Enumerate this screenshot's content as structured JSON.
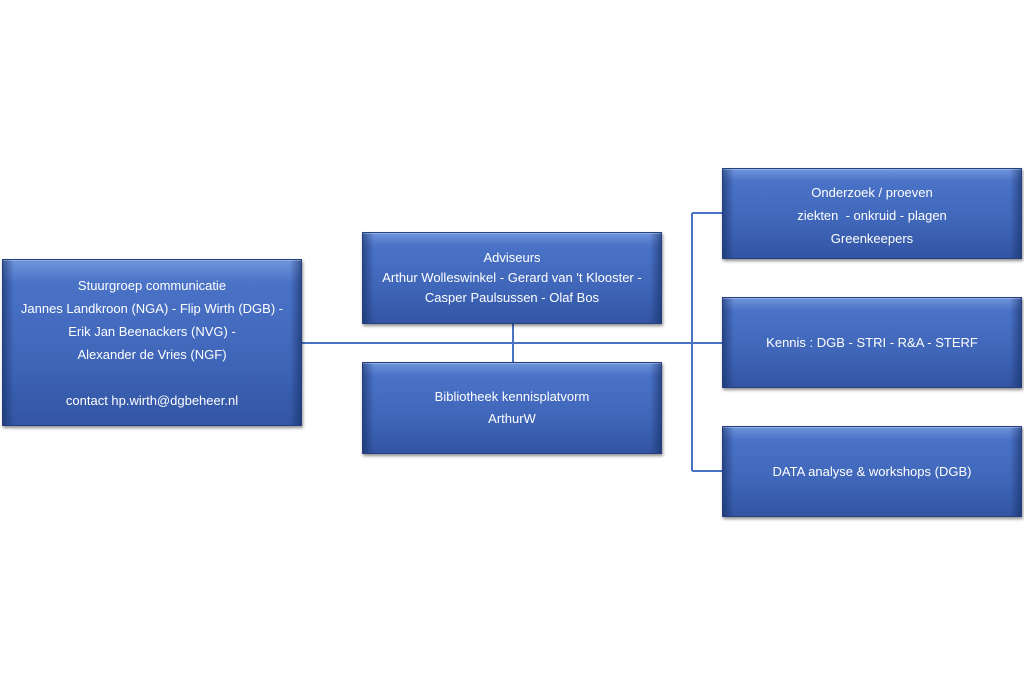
{
  "colors": {
    "box_fill": "#4469bd",
    "connector": "#4a72c6",
    "text": "#ffffff"
  },
  "stuurgroep": {
    "lines": [
      "Stuurgroep communicatie",
      "Jannes Landkroon (NGA) - Flip Wirth (DGB) -",
      "Erik Jan Beenackers (NVG) -",
      "Alexander de Vries (NGF)"
    ],
    "contact": "contact hp.wirth@dgbeheer.nl"
  },
  "adviseurs": {
    "title": "Adviseurs",
    "lines": [
      "Arthur Wolleswinkel - Gerard van 't Klooster -",
      "Casper Paulsussen - Olaf Bos"
    ]
  },
  "bibliotheek": {
    "title": "Bibliotheek kennisplatvorm",
    "subtitle": "ArthurW"
  },
  "onderzoek": {
    "lines": [
      "Onderzoek / proeven",
      "ziekten  - onkruid - plagen",
      "Greenkeepers"
    ]
  },
  "kennis": {
    "label": "Kennis : DGB - STRI - R&A - STERF"
  },
  "data_analyse": {
    "label": "DATA analyse & workshops (DGB)"
  }
}
